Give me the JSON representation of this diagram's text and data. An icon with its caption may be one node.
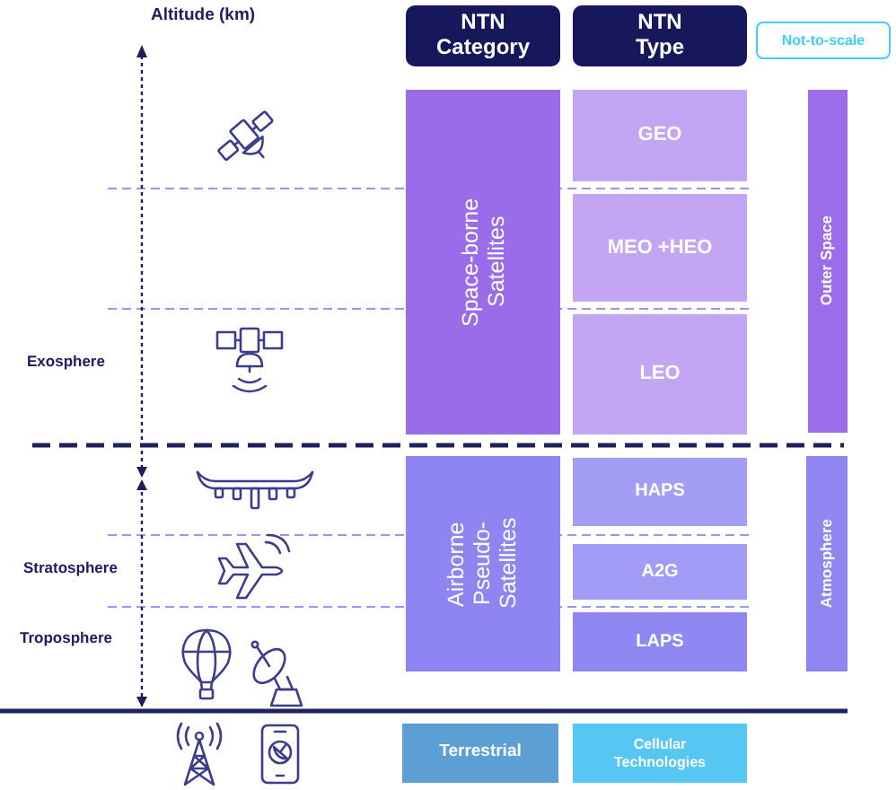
{
  "diagram": {
    "nodes": [
      {
        "text": [
          "NTN Category"
        ]
      },
      {
        "text": [
          "NTN Type"
        ]
      },
      {
        "text": [
          "Not-to-scale"
        ]
      },
      {
        "text": [
          "Space-borne Satellites"
        ]
      },
      {
        "text": [
          "GEO"
        ]
      },
      {
        "text": [
          "MEO +HEO"
        ]
      },
      {
        "text": [
          "LEO"
        ]
      },
      {
        "text": [
          "Outer Space"
        ]
      },
      {
        "text": [
          "Airborne Pseudo-Satellites"
        ]
      },
      {
        "text": [
          "HAPS"
        ]
      },
      {
        "text": [
          "A2G"
        ]
      },
      {
        "text": [
          "LAPS"
        ]
      },
      {
        "text": [
          "Atmosphere"
        ]
      },
      {
        "text": [
          "Terrestrial"
        ]
      },
      {
        "text": [
          "Cellular Technologies"
        ]
      }
    ],
    "labels": [
      "Altitude (km)",
      "Exosphere",
      "Stratosphere",
      "Troposphere"
    ]
  }
}
